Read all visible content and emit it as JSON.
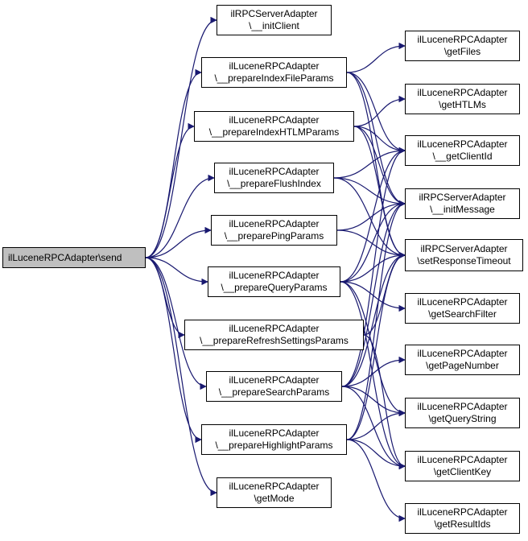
{
  "nodes": [
    {
      "id": "send",
      "lines": [
        "ilLuceneRPCAdapter\\send"
      ]
    },
    {
      "id": "initClient",
      "lines": [
        "ilRPCServerAdapter",
        "\\__initClient"
      ]
    },
    {
      "id": "prepIndexFile",
      "lines": [
        "ilLuceneRPCAdapter",
        "\\__prepareIndexFileParams"
      ]
    },
    {
      "id": "prepIndexHTLM",
      "lines": [
        "ilLuceneRPCAdapter",
        "\\__prepareIndexHTLMParams"
      ]
    },
    {
      "id": "prepFlush",
      "lines": [
        "ilLuceneRPCAdapter",
        "\\__prepareFlushIndex"
      ]
    },
    {
      "id": "prepPing",
      "lines": [
        "ilLuceneRPCAdapter",
        "\\__preparePingParams"
      ]
    },
    {
      "id": "prepQuery",
      "lines": [
        "ilLuceneRPCAdapter",
        "\\__prepareQueryParams"
      ]
    },
    {
      "id": "prepRefresh",
      "lines": [
        "ilLuceneRPCAdapter",
        "\\__prepareRefreshSettingsParams"
      ]
    },
    {
      "id": "prepSearch",
      "lines": [
        "ilLuceneRPCAdapter",
        "\\__prepareSearchParams"
      ]
    },
    {
      "id": "prepHighlight",
      "lines": [
        "ilLuceneRPCAdapter",
        "\\__prepareHighlightParams"
      ]
    },
    {
      "id": "getMode",
      "lines": [
        "ilLuceneRPCAdapter",
        "\\getMode"
      ]
    },
    {
      "id": "getFiles",
      "lines": [
        "ilLuceneRPCAdapter",
        "\\getFiles"
      ]
    },
    {
      "id": "getHTLMs",
      "lines": [
        "ilLuceneRPCAdapter",
        "\\getHTLMs"
      ]
    },
    {
      "id": "getClientId",
      "lines": [
        "ilLuceneRPCAdapter",
        "\\__getClientId"
      ]
    },
    {
      "id": "initMessage",
      "lines": [
        "ilRPCServerAdapter",
        "\\__initMessage"
      ]
    },
    {
      "id": "setTimeout",
      "lines": [
        "ilRPCServerAdapter",
        "\\setResponseTimeout"
      ]
    },
    {
      "id": "getSearchFilter",
      "lines": [
        "ilLuceneRPCAdapter",
        "\\getSearchFilter"
      ]
    },
    {
      "id": "getPageNumber",
      "lines": [
        "ilLuceneRPCAdapter",
        "\\getPageNumber"
      ]
    },
    {
      "id": "getQueryString",
      "lines": [
        "ilLuceneRPCAdapter",
        "\\getQueryString"
      ]
    },
    {
      "id": "getClientKey",
      "lines": [
        "ilLuceneRPCAdapter",
        "\\getClientKey"
      ]
    },
    {
      "id": "getResultIds",
      "lines": [
        "ilLuceneRPCAdapter",
        "\\getResultIds"
      ]
    }
  ],
  "edges": [
    [
      "send",
      "initClient"
    ],
    [
      "send",
      "prepIndexFile"
    ],
    [
      "send",
      "prepIndexHTLM"
    ],
    [
      "send",
      "prepFlush"
    ],
    [
      "send",
      "prepPing"
    ],
    [
      "send",
      "prepQuery"
    ],
    [
      "send",
      "prepRefresh"
    ],
    [
      "send",
      "prepSearch"
    ],
    [
      "send",
      "prepHighlight"
    ],
    [
      "send",
      "getMode"
    ],
    [
      "prepIndexFile",
      "getFiles"
    ],
    [
      "prepIndexFile",
      "getClientId"
    ],
    [
      "prepIndexFile",
      "initMessage"
    ],
    [
      "prepIndexFile",
      "setTimeout"
    ],
    [
      "prepIndexHTLM",
      "getHTLMs"
    ],
    [
      "prepIndexHTLM",
      "getClientId"
    ],
    [
      "prepIndexHTLM",
      "initMessage"
    ],
    [
      "prepIndexHTLM",
      "setTimeout"
    ],
    [
      "prepFlush",
      "getClientId"
    ],
    [
      "prepFlush",
      "initMessage"
    ],
    [
      "prepFlush",
      "setTimeout"
    ],
    [
      "prepPing",
      "initMessage"
    ],
    [
      "prepPing",
      "setTimeout"
    ],
    [
      "prepQuery",
      "getClientId"
    ],
    [
      "prepQuery",
      "initMessage"
    ],
    [
      "prepQuery",
      "setTimeout"
    ],
    [
      "prepQuery",
      "getSearchFilter"
    ],
    [
      "prepQuery",
      "getQueryString"
    ],
    [
      "prepQuery",
      "getClientKey"
    ],
    [
      "prepRefresh",
      "setTimeout"
    ],
    [
      "prepRefresh",
      "getClientKey"
    ],
    [
      "prepSearch",
      "getClientId"
    ],
    [
      "prepSearch",
      "initMessage"
    ],
    [
      "prepSearch",
      "setTimeout"
    ],
    [
      "prepSearch",
      "getPageNumber"
    ],
    [
      "prepSearch",
      "getQueryString"
    ],
    [
      "prepSearch",
      "getClientKey"
    ],
    [
      "prepHighlight",
      "initMessage"
    ],
    [
      "prepHighlight",
      "setTimeout"
    ],
    [
      "prepHighlight",
      "getQueryString"
    ],
    [
      "prepHighlight",
      "getClientKey"
    ],
    [
      "prepHighlight",
      "getResultIds"
    ]
  ],
  "colors": {
    "edge": "#191970",
    "node_fill": "#ffffff",
    "root_fill": "#bfbfbf",
    "border": "#000000"
  }
}
